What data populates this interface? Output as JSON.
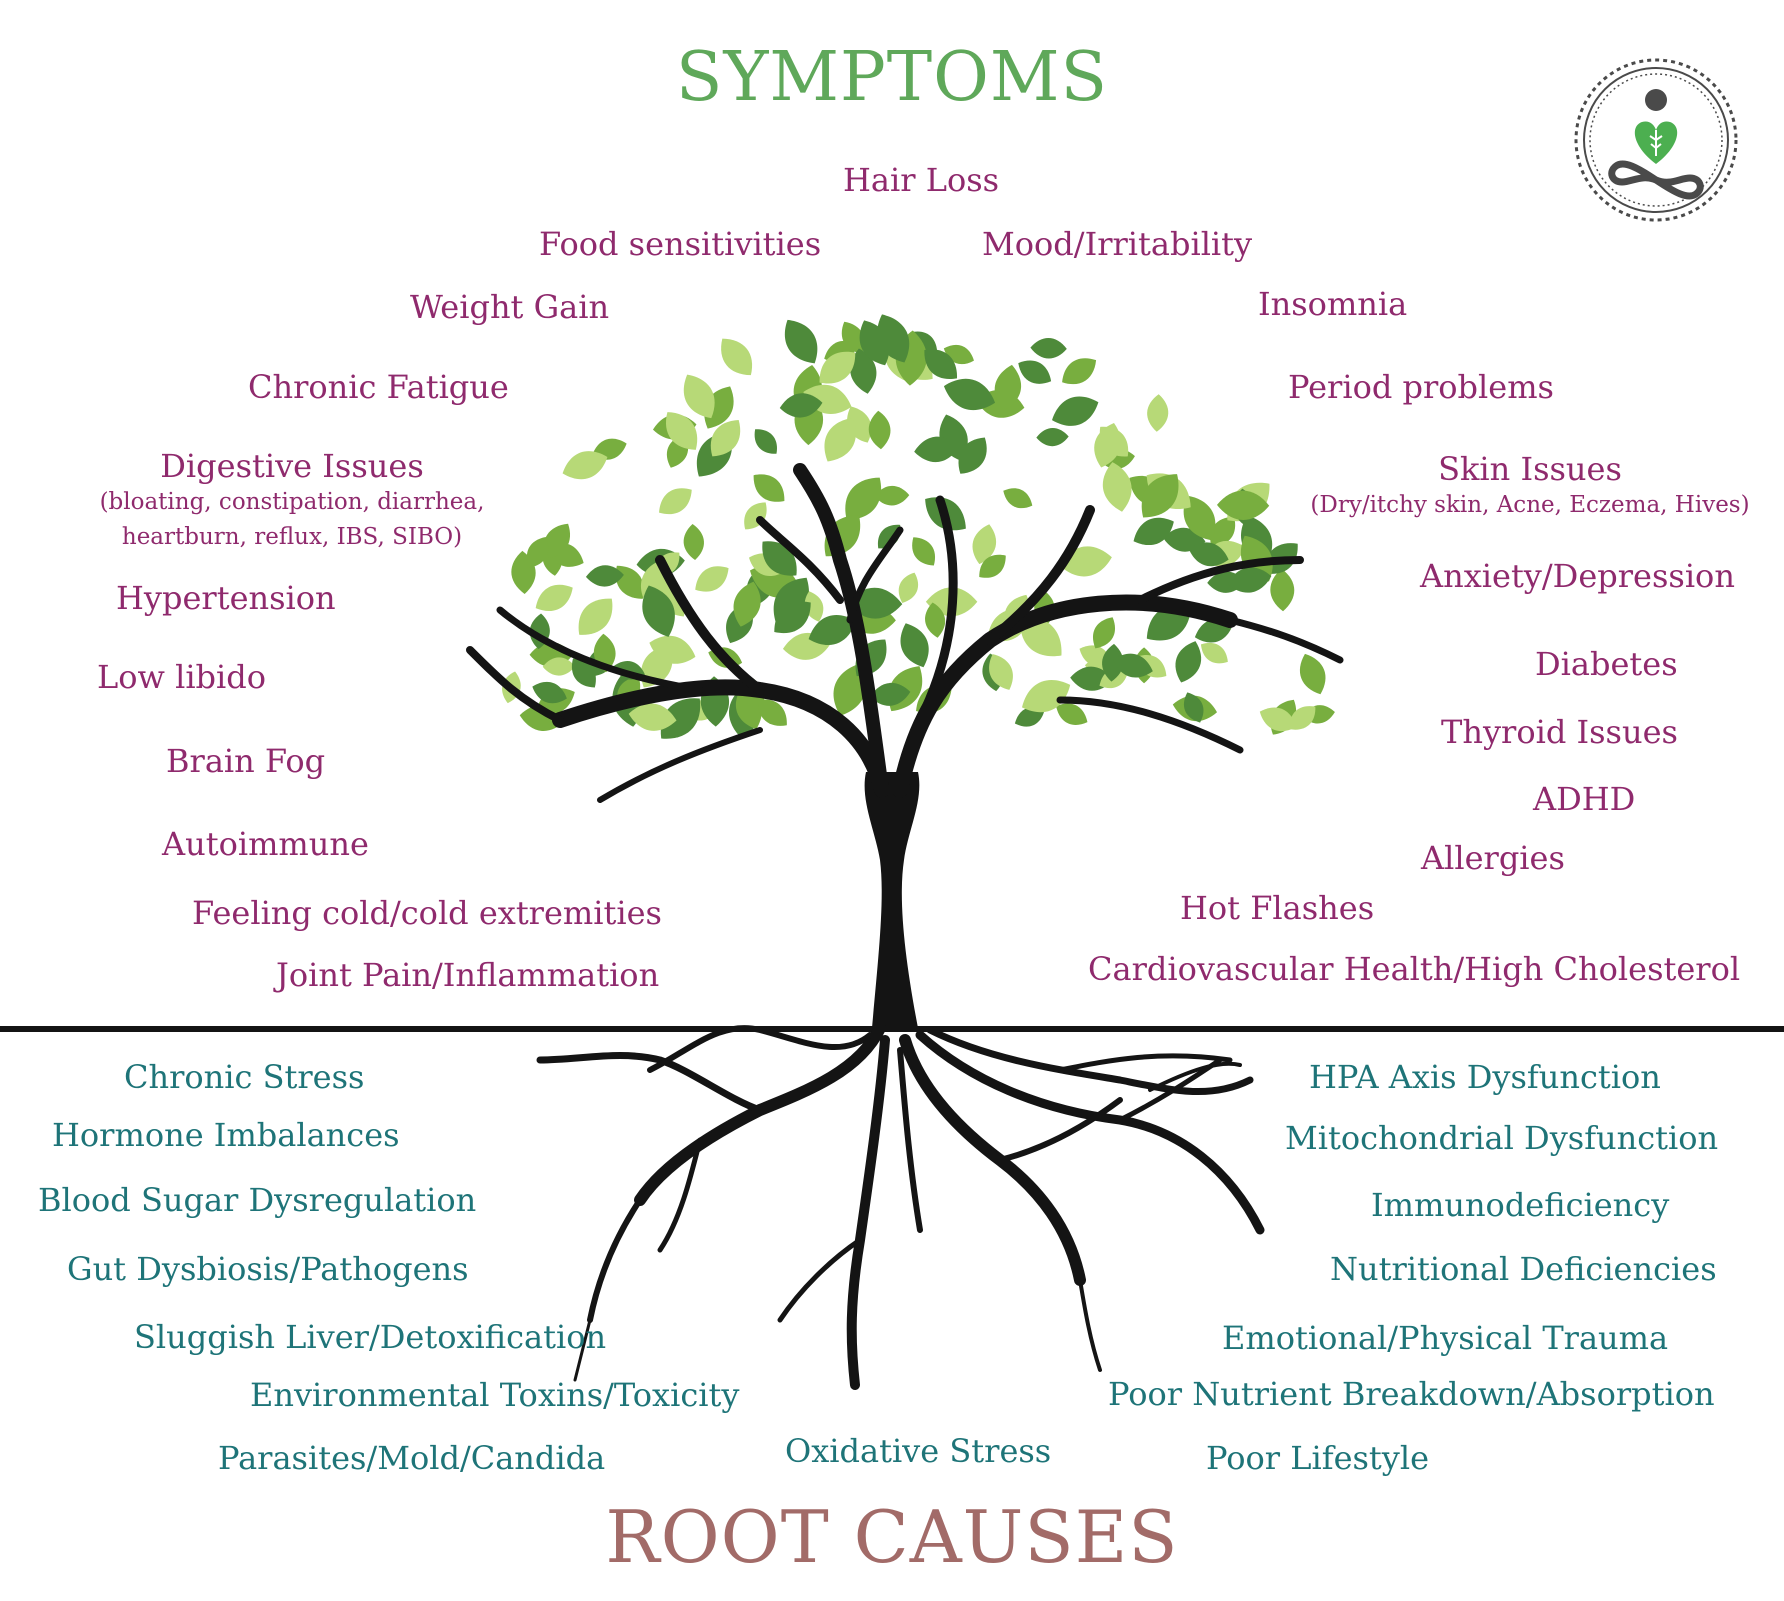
{
  "headings": {
    "top": "SYMPTOMS",
    "bottom": "ROOT CAUSES"
  },
  "colors": {
    "symptoms_heading": "#5fa85a",
    "root_causes_heading": "#a26b68",
    "symptom_text": "#8f2a6d",
    "root_cause_text": "#1e7478",
    "trunk": "#141414",
    "leaf_dark": "#4e8a3a",
    "leaf_mid": "#78ae3f",
    "leaf_light": "#b7d977"
  },
  "symptoms": {
    "left": [
      {
        "label": "Food sensitivities"
      },
      {
        "label": "Weight Gain"
      },
      {
        "label": "Chronic Fatigue"
      },
      {
        "label": "Digestive Issues",
        "detail": [
          "(bloating, constipation, diarrhea,",
          "heartburn, reflux, IBS, SIBO)"
        ]
      },
      {
        "label": "Hypertension"
      },
      {
        "label": "Low libido"
      },
      {
        "label": "Brain Fog"
      },
      {
        "label": "Autoimmune"
      },
      {
        "label": "Feeling cold/cold extremities"
      },
      {
        "label": "Joint Pain/Inflammation"
      }
    ],
    "top": [
      {
        "label": "Hair Loss"
      }
    ],
    "right": [
      {
        "label": "Mood/Irritability"
      },
      {
        "label": "Insomnia"
      },
      {
        "label": "Period problems"
      },
      {
        "label": "Skin Issues",
        "detail": [
          "(Dry/itchy skin, Acne, Eczema, Hives)"
        ]
      },
      {
        "label": "Anxiety/Depression"
      },
      {
        "label": "Diabetes"
      },
      {
        "label": "Thyroid Issues"
      },
      {
        "label": "ADHD"
      },
      {
        "label": "Allergies"
      },
      {
        "label": "Hot Flashes"
      },
      {
        "label": "Cardiovascular Health/High Cholesterol"
      }
    ]
  },
  "root_causes": {
    "left": [
      {
        "label": "Chronic Stress"
      },
      {
        "label": "Hormone Imbalances"
      },
      {
        "label": "Blood Sugar Dysregulation"
      },
      {
        "label": "Gut Dysbiosis/Pathogens"
      },
      {
        "label": "Sluggish Liver/Detoxification"
      },
      {
        "label": "Environmental Toxins/Toxicity"
      },
      {
        "label": "Parasites/Mold/Candida"
      }
    ],
    "center": [
      {
        "label": "Oxidative Stress"
      }
    ],
    "right": [
      {
        "label": "HPA Axis Dysfunction"
      },
      {
        "label": "Mitochondrial Dysfunction"
      },
      {
        "label": "Immunodeficiency"
      },
      {
        "label": "Nutritional Deficiencies"
      },
      {
        "label": "Emotional/Physical Trauma"
      },
      {
        "label": "Poor Nutrient Breakdown/Absorption"
      },
      {
        "label": "Poor Lifestyle"
      }
    ]
  },
  "icons": {
    "logo": "meditation-heart-infinity-logo-icon",
    "tree": "tree-with-roots-icon"
  }
}
